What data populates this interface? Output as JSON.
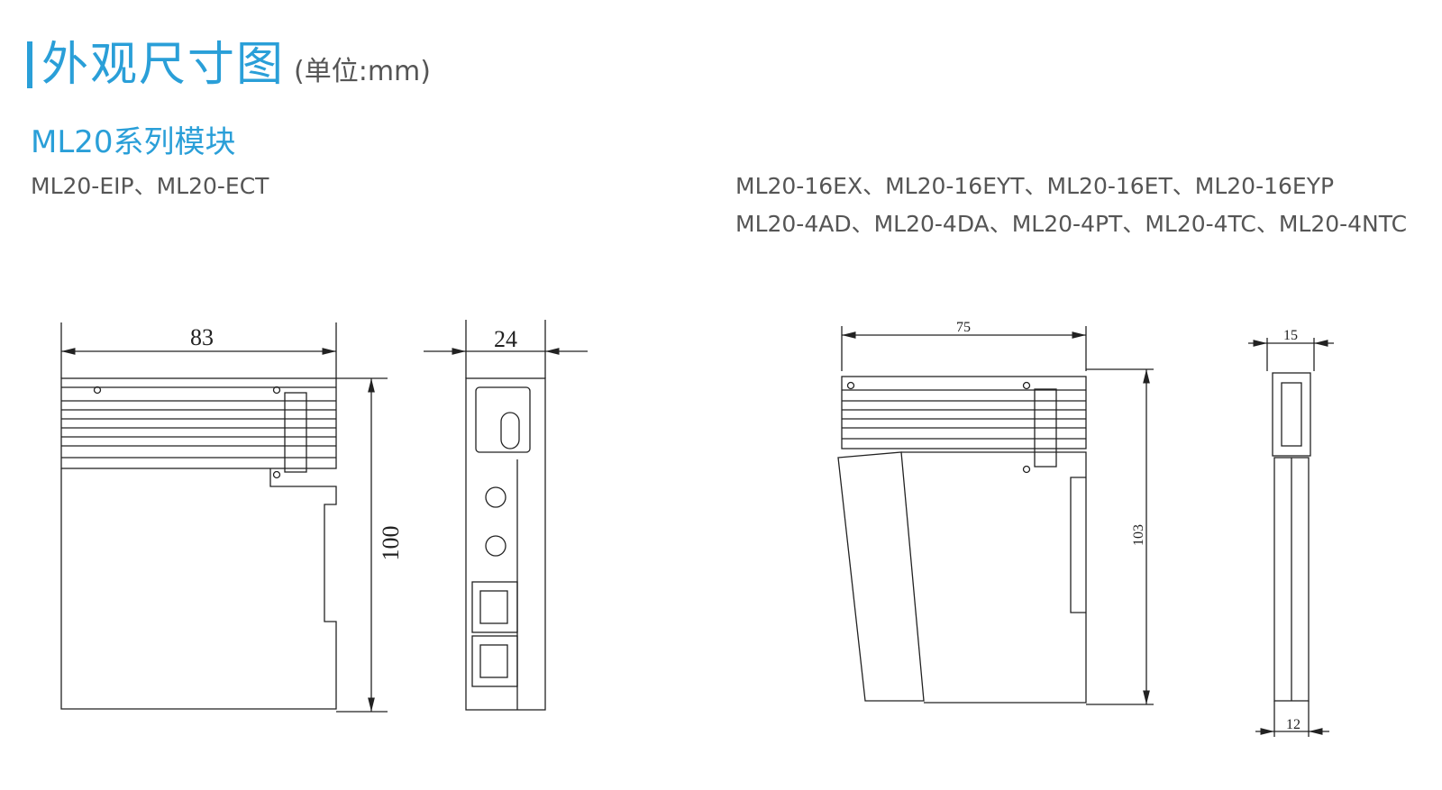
{
  "header": {
    "title": "外观尺寸图",
    "unit": "(单位:mm)"
  },
  "subtitle": "ML20系列模块",
  "groups": [
    {
      "models": [
        "ML20-EIP、ML20-ECT"
      ],
      "dims": {
        "front_width": "83",
        "side_width": "24",
        "height": "100"
      }
    },
    {
      "models": [
        "ML20-16EX、ML20-16EYT、ML20-16ET、ML20-16EYP",
        "ML20-4AD、ML20-4DA、ML20-4PT、ML20-4TC、ML20-4NTC"
      ],
      "dims": {
        "front_width": "75",
        "side_width_top": "15",
        "side_width_bottom": "12",
        "height": "103"
      }
    }
  ],
  "colors": {
    "accent": "#2a9fd8",
    "text": "#555555"
  }
}
